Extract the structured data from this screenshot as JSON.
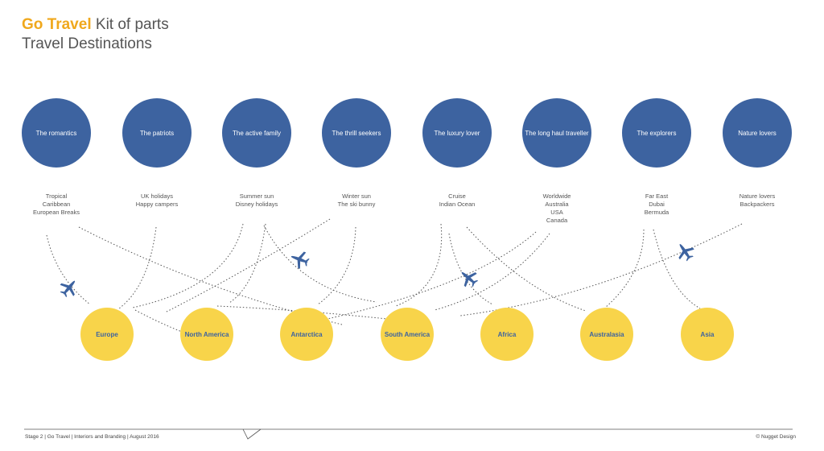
{
  "header": {
    "brand": "Go Travel",
    "title_rest": "Kit of parts",
    "subtitle": "Travel Destinations"
  },
  "personas": [
    {
      "name": "The romantics",
      "places": [
        "Tropical",
        "Caribbean",
        "European Breaks"
      ]
    },
    {
      "name": "The patriots",
      "places": [
        "UK holidays",
        "Happy campers"
      ]
    },
    {
      "name": "The active family",
      "places": [
        "Summer sun",
        "Disney holidays"
      ]
    },
    {
      "name": "The thrill seekers",
      "places": [
        "Winter sun",
        "The ski bunny"
      ]
    },
    {
      "name": "The luxury lover",
      "places": [
        "Cruise",
        "Indian Ocean"
      ]
    },
    {
      "name": "The long haul traveller",
      "places": [
        "Worldwide",
        "Australia",
        "USA",
        "Canada"
      ]
    },
    {
      "name": "The explorers",
      "places": [
        "Far East",
        "Dubai",
        "Bermuda"
      ]
    },
    {
      "name": "Nature lovers",
      "places": [
        "Nature lovers",
        "Backpackers"
      ]
    }
  ],
  "destinations": [
    "Europe",
    "North America",
    "Antarctica",
    "South America",
    "Africa",
    "Australasia",
    "Asia"
  ],
  "colors": {
    "persona_circle": "#3d63a0",
    "destination_circle": "#f8d44a",
    "brand": "#f0a81c",
    "plane": "#3d63a0"
  },
  "icons": {
    "plane": "airplane-icon"
  },
  "footer": {
    "left": "Stage 2 | Go Travel | Interiors and Branding | August 2016",
    "right": "© Nugget Design"
  }
}
